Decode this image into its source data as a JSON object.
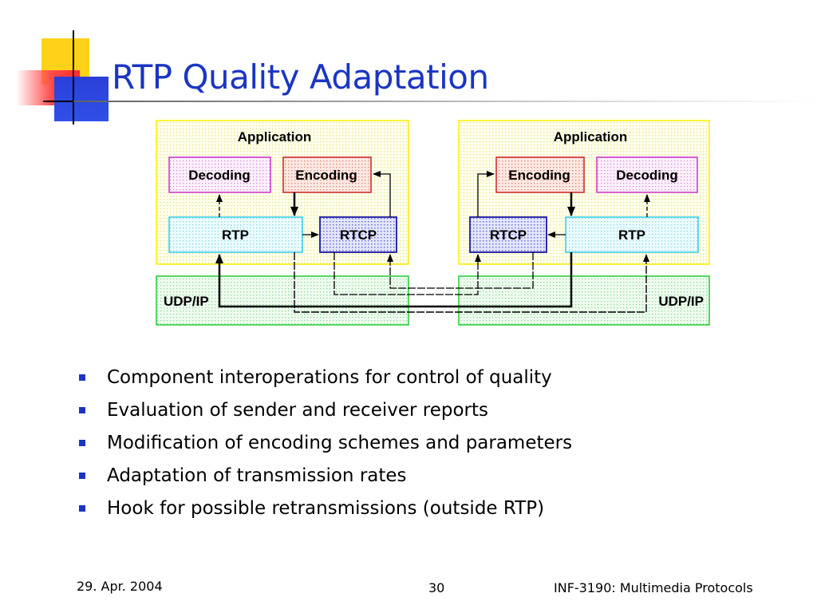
{
  "slide": {
    "title": "RTP Quality Adaptation",
    "bullets": [
      "Component interoperations for control of quality",
      "Evaluation of sender and receiver reports",
      "Modification of encoding schemes and parameters",
      "Adaptation of transmission rates",
      "Hook for possible retransmissions (outside RTP)"
    ],
    "footer": {
      "date": "29. Apr. 2004",
      "page": "30",
      "course": "INF-3190: Multimedia Protocols"
    }
  },
  "diagram": {
    "left": {
      "application": "Application",
      "decoding": "Decoding",
      "encoding": "Encoding",
      "rtp": "RTP",
      "rtcp": "RTCP",
      "network": "UDP/IP"
    },
    "right": {
      "application": "Application",
      "encoding": "Encoding",
      "decoding": "Decoding",
      "rtcp": "RTCP",
      "rtp": "RTP",
      "network": "UDP/IP"
    },
    "colors": {
      "application": "#ffff66",
      "decoding": "#cc33cc",
      "encoding": "#cc2222",
      "rtp": "#33ccee",
      "rtcp": "#1a1aa0",
      "network": "#22cc33",
      "accent": "#1a35c4"
    }
  }
}
